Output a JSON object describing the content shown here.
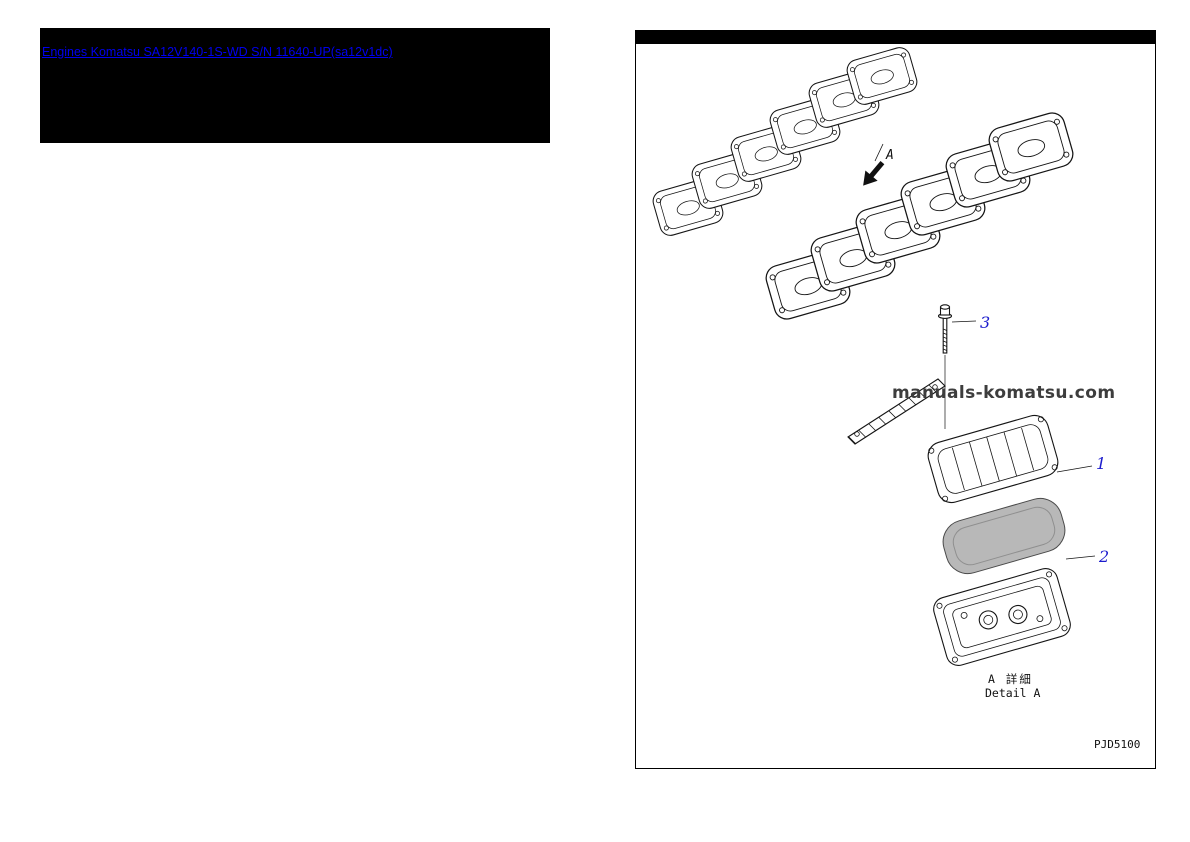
{
  "header": {
    "link_text": "Engines Komatsu SA12V140-1S-WD S/N 11640-UP(sa12v1dc)",
    "link_color": "#0000EE",
    "block_background": "#000000"
  },
  "diagram": {
    "watermark": "manuals-komatsu.com",
    "drawing_code": "PJD5100",
    "section_marker": "A",
    "detail_label_jp": "A 詳細",
    "detail_label_en": "Detail A",
    "callout_color": "#1C1CCD",
    "callouts": [
      "1",
      "2",
      "3"
    ]
  }
}
